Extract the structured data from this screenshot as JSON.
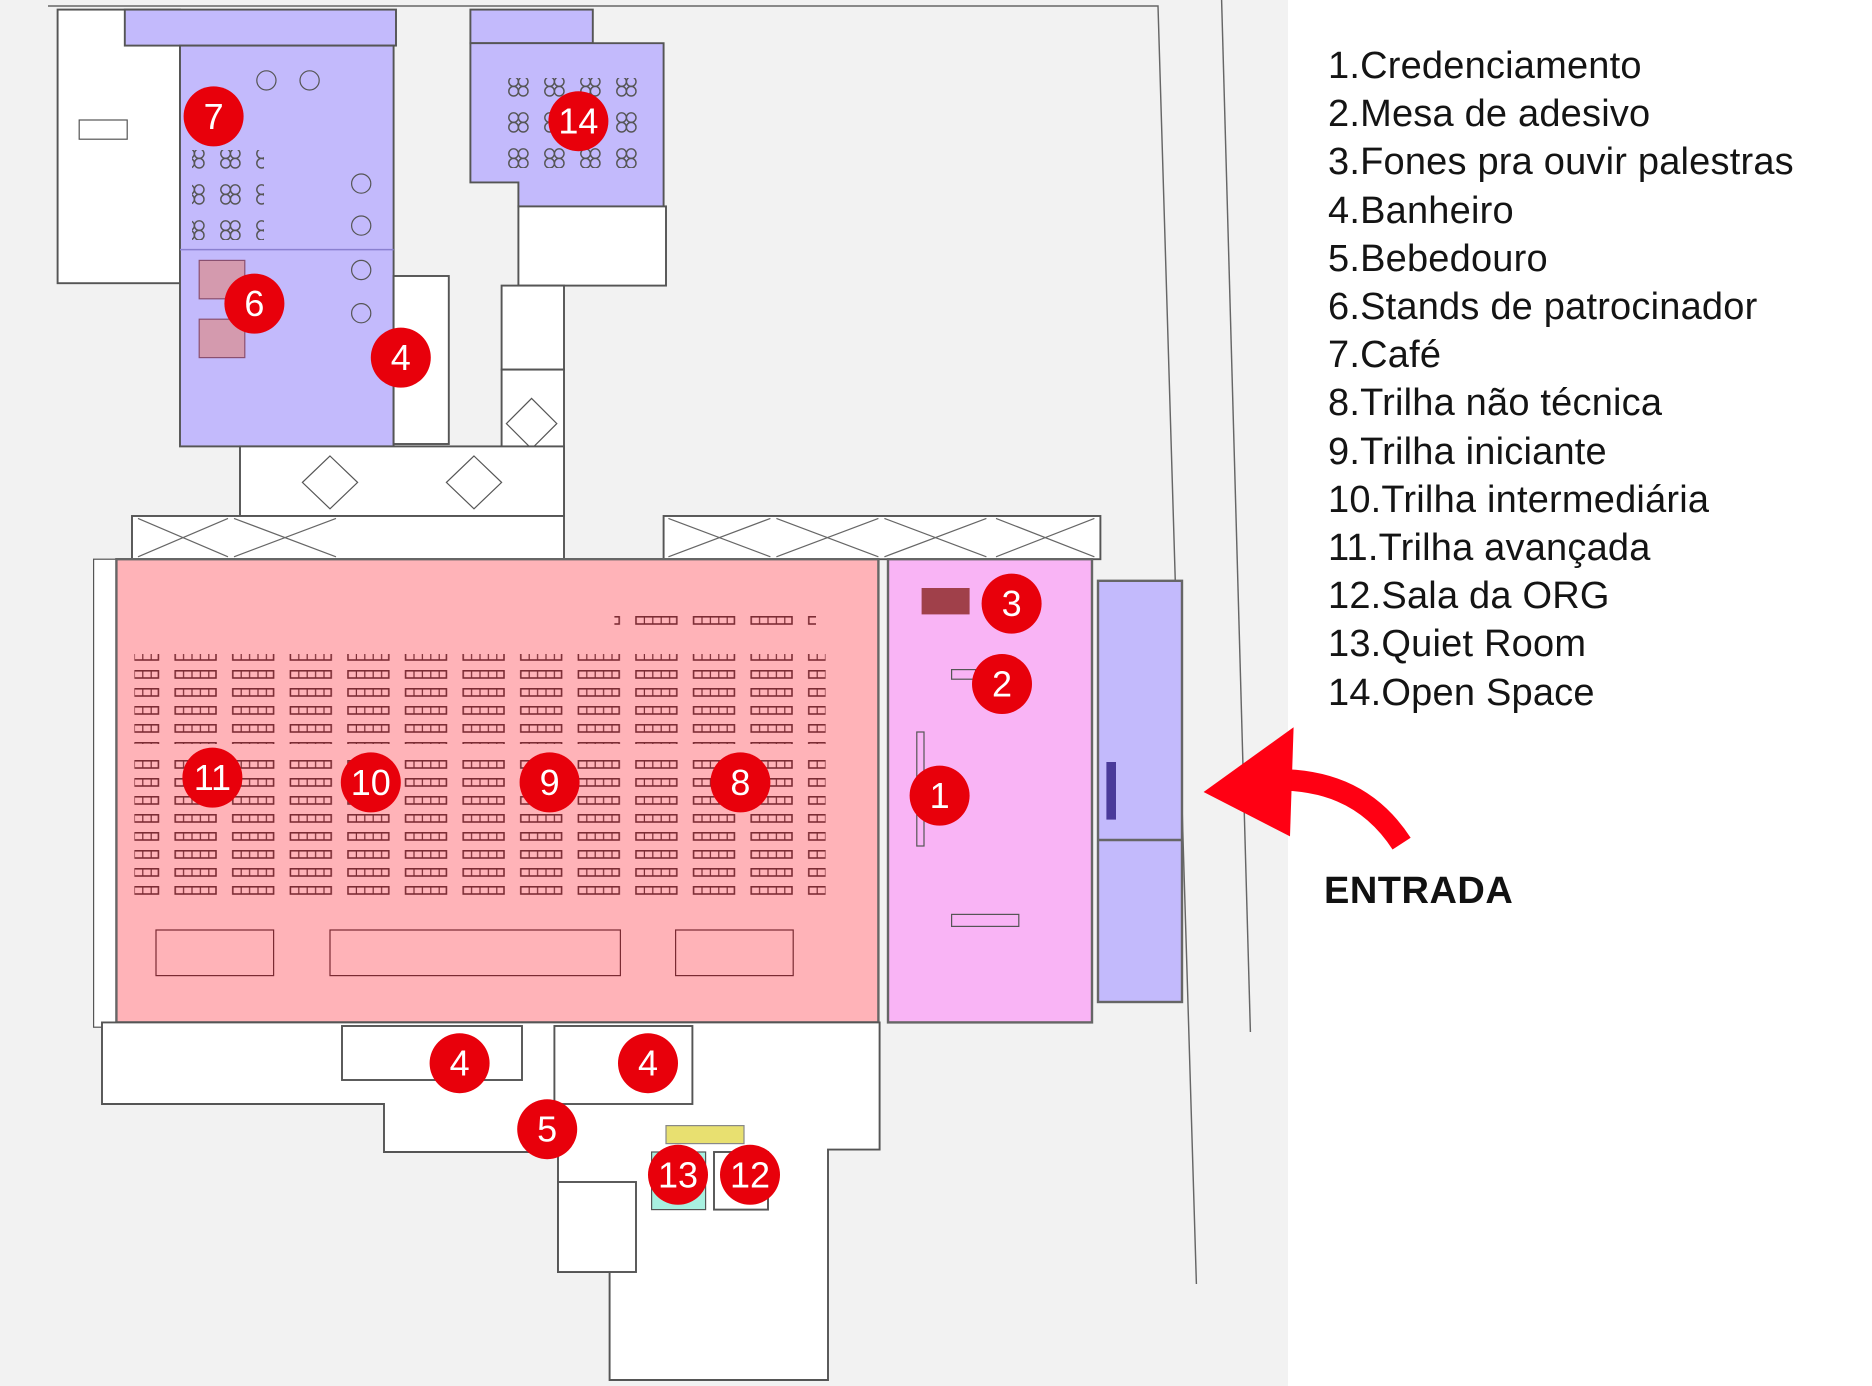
{
  "colors": {
    "marker": "#e8000b",
    "auditorium": "#ffb3b8",
    "registration_area": "#f9b4f5",
    "purple_rooms": "#c3bafc",
    "arrow": "#ff0013",
    "background": "#f2f2f2"
  },
  "markers": {
    "m1": "1",
    "m2": "2",
    "m3": "3",
    "m4a": "4",
    "m4b": "4",
    "m4c": "4",
    "m5": "5",
    "m6": "6",
    "m7": "7",
    "m8": "8",
    "m9": "9",
    "m10": "10",
    "m11": "11",
    "m12": "12",
    "m13": "13",
    "m14": "14"
  },
  "legend": [
    "1.Credenciamento",
    "2.Mesa de adesivo",
    "3.Fones pra ouvir palestras",
    "4.Banheiro",
    "5.Bebedouro",
    "6.Stands de patrocinador",
    "7.Café",
    "8.Trilha não técnica",
    "9.Trilha iniciante",
    "10.Trilha intermediária",
    "11.Trilha avançada",
    "12.Sala da ORG",
    "13.Quiet Room",
    "14.Open Space"
  ],
  "entrance_label": "ENTRADA",
  "entrance_icon": "curved-arrow-left"
}
